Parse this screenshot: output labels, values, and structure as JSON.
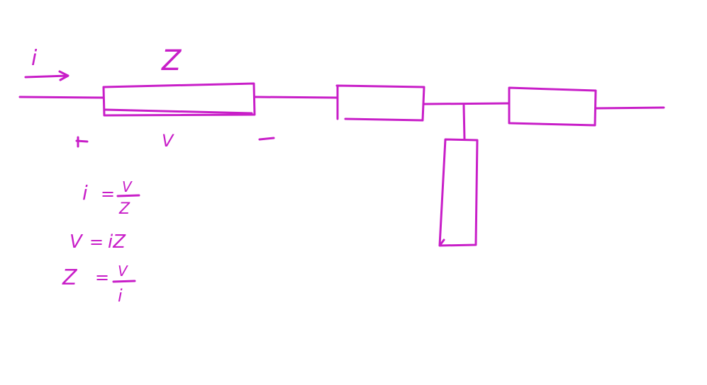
{
  "ink_color": "#c81ec8",
  "background_color": "#ffffff",
  "labels": {
    "current": "i",
    "impedance": "Z",
    "voltage": "V",
    "plus": "+",
    "minus": "-"
  },
  "equations": [
    {
      "lhs": "i",
      "eq": "=",
      "num": "V",
      "den": "Z"
    },
    {
      "lhs": "V",
      "eq": "=",
      "rhs": "iZ"
    },
    {
      "lhs": "Z",
      "eq": "=",
      "num": "V",
      "den": "i"
    }
  ]
}
